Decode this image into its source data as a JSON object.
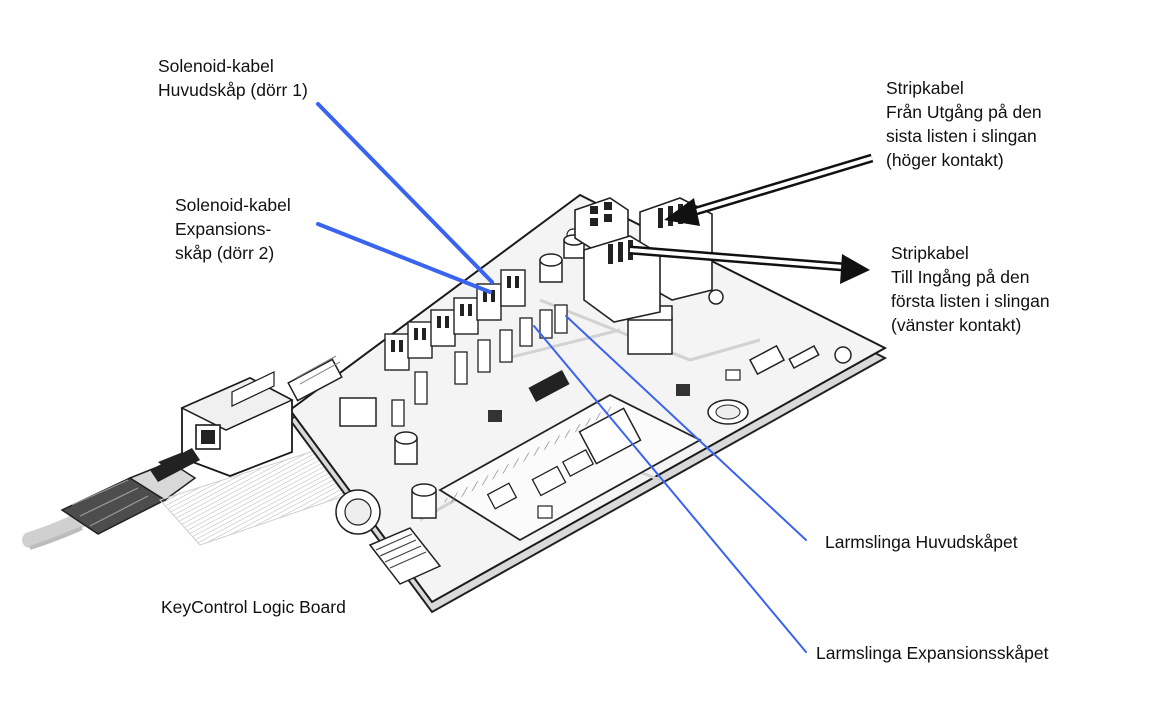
{
  "labels": {
    "solenoid_main": [
      "Solenoid-kabel",
      "Huvudskåp (dörr 1)"
    ],
    "solenoid_exp": [
      "Solenoid-kabel",
      "Expansions-",
      "skåp (dörr 2)"
    ],
    "strip_out": [
      "Stripkabel",
      "Från Utgång på den",
      "sista listen i slingan",
      "(höger kontakt)"
    ],
    "strip_in": [
      "Stripkabel",
      "Till Ingång  på den",
      "första listen i slingan",
      "(vänster kontakt)"
    ],
    "alarm_main": "Larmslinga Huvudskåpet",
    "alarm_exp": "Larmslinga Expansionsskåpet",
    "board": "KeyControl Logic Board"
  },
  "colors": {
    "leader_line": "#3a63f0",
    "outline": "#1a1a1a",
    "board_fill": "#f4f4f4",
    "shadow": "#d9d9d9"
  }
}
